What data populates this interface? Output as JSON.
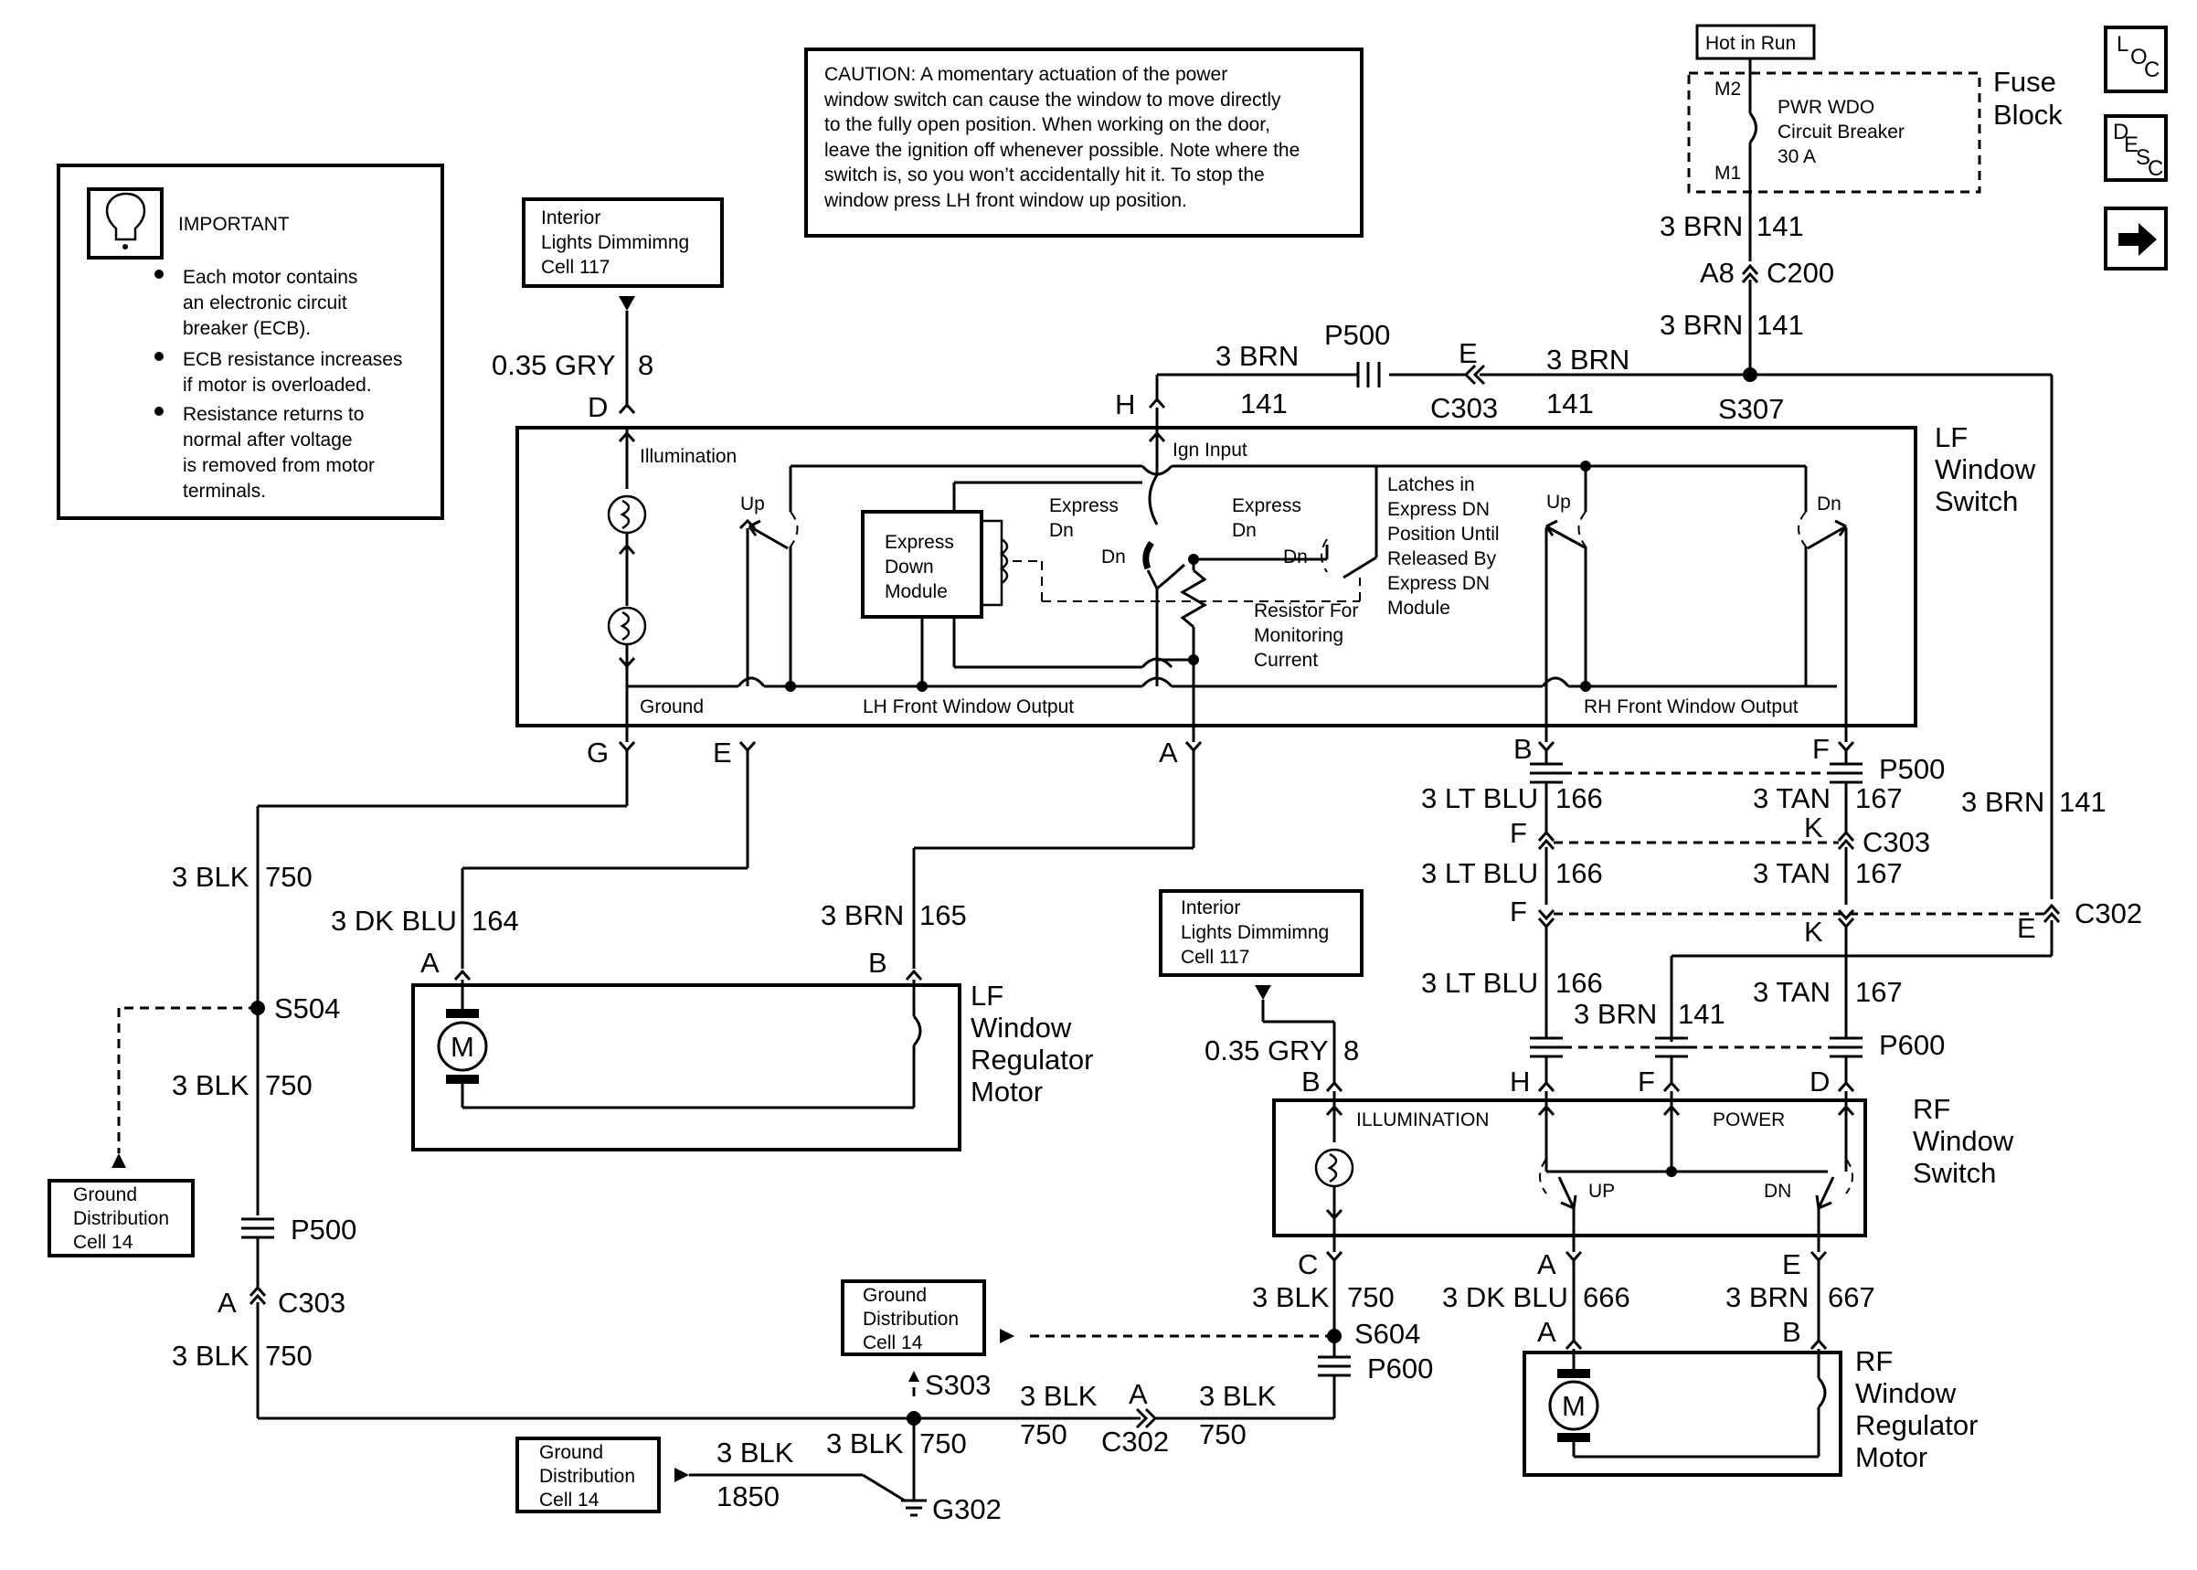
{
  "labels": {
    "hot_in_run": "Hot in Run",
    "fuse_block": [
      "Fuse",
      "Block"
    ],
    "cb_name": [
      "PWR WDO",
      "Circuit Breaker",
      "30 A"
    ],
    "m2": "M2",
    "m1": "M1",
    "w_top1": "3 BRN",
    "w_top1_num": "141",
    "a8": "A8",
    "c200": "C200",
    "w_top2": "3 BRN",
    "w_top2_num": "141",
    "s307": "S307",
    "p500_top": "P500",
    "w_ign1": "3 BRN",
    "w_ign1_num": "141",
    "e_top": "E",
    "c303_top": "C303",
    "w_ign2": "3 BRN",
    "w_ign2_num": "141",
    "h_top": "H",
    "int_lights_1": [
      "Interior",
      "Lights Dimmimng",
      "Cell 117"
    ],
    "gry_1": "0.35 GRY",
    "gry_1_num": "8",
    "d_top": "D",
    "caution": [
      "CAUTION:  A momentary actuation of the power",
      "window switch can cause the window to move directly",
      "to the fully open position.  When working on the door,",
      "leave the ignition off whenever possible. Note where the",
      "switch is, so you won’t accidentally hit it. To stop the",
      "window press LH front window up position."
    ],
    "important_title": "IMPORTANT",
    "important_bullets": [
      [
        "Each motor contains",
        "an electronic circuit",
        "breaker (ECB)."
      ],
      [
        "ECB resistance increases",
        "if motor is overloaded."
      ],
      [
        "Resistance returns to",
        "normal after voltage",
        "is removed from motor",
        "terminals."
      ]
    ],
    "lf_switch": [
      "LF",
      "Window",
      "Switch"
    ],
    "illumination": "Illumination",
    "ign_input": "Ign Input",
    "up": "Up",
    "dn": "Dn",
    "express_down_module": [
      "Express",
      "Down",
      "Module"
    ],
    "express_dn": [
      "Express",
      "Dn"
    ],
    "latches": [
      "Latches in",
      "Express DN",
      "Position Until",
      "Released By",
      "Express DN",
      "Module"
    ],
    "resistor": [
      "Resistor For",
      "Monitoring",
      "Current"
    ],
    "ground": "Ground",
    "lh_output": "LH Front Window Output",
    "rh_output": "RH Front Window Output",
    "pin_g": "G",
    "pin_e": "E",
    "pin_a": "A",
    "pin_b": "B",
    "pin_f": "F",
    "pin_k": "K",
    "p500": "P500",
    "c303": "C303",
    "c302": "C302",
    "p600": "P600",
    "ltblu": "3 LT BLU",
    "ltblu_num": "166",
    "tan": "3 TAN",
    "tan_num": "167",
    "brn141_right": "3 BRN",
    "brn141_right_num": "141",
    "blk750": "3 BLK",
    "blk750_num": "750",
    "dkblu164": "3 DK BLU",
    "dkblu164_num": "164",
    "brn165": "3 BRN",
    "brn165_num": "165",
    "lf_motor": [
      "LF",
      "Window",
      "Regulator",
      "Motor"
    ],
    "motor_m": "M",
    "s504": "S504",
    "ground_dist": [
      "Ground",
      "Distribution",
      "Cell 14"
    ],
    "int_lights_2": [
      "Interior",
      "Lights Dimmimng",
      "Cell 117"
    ],
    "gry_2": "0.35 GRY",
    "gry_2_num": "8",
    "pin_h": "H",
    "pin_d": "D",
    "pin_c": "C",
    "rf_switch": [
      "RF",
      "Window",
      "Switch"
    ],
    "illumination_caps": "ILLUMINATION",
    "power_caps": "POWER",
    "up_caps": "UP",
    "dn_caps": "DN",
    "dkblu666": "3 DK BLU",
    "dkblu666_num": "666",
    "brn667": "3 BRN",
    "brn667_num": "667",
    "rf_motor": [
      "RF",
      "Window",
      "Regulator",
      "Motor"
    ],
    "s604": "S604",
    "s303": "S303",
    "g302": "G302",
    "blk1850": "3 BLK",
    "blk1850_num": "1850",
    "loc": [
      "L",
      "O",
      "C"
    ],
    "desc": [
      "D",
      "E",
      "S",
      "C"
    ]
  }
}
